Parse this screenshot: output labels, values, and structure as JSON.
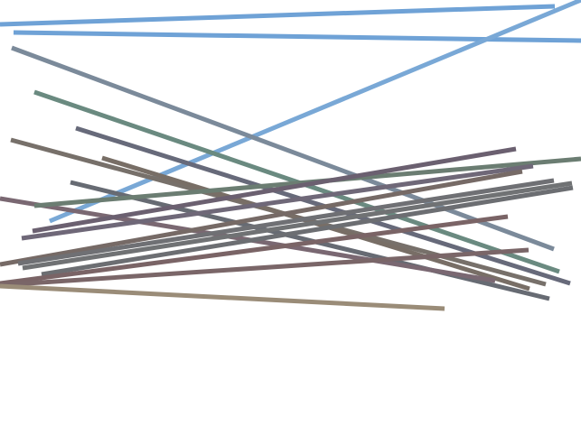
{
  "lines": [
    {
      "id": "blue-top-1",
      "color": "#6fa2d6"
    },
    {
      "id": "blue-top-2",
      "color": "#6fa2d6"
    },
    {
      "id": "blue-diagonal",
      "color": "#79a8d6"
    },
    {
      "id": "slate-long",
      "color": "#7b8a9a"
    },
    {
      "id": "teal-1",
      "color": "#6a8a80"
    },
    {
      "id": "slate-2",
      "color": "#676a7a"
    },
    {
      "id": "taupe-1",
      "color": "#77706a"
    },
    {
      "id": "brown-1",
      "color": "#786e66"
    },
    {
      "id": "gray-1",
      "color": "#676b73"
    },
    {
      "id": "mauve-1",
      "color": "#7a6872"
    },
    {
      "id": "green-gray",
      "color": "#6b7d72"
    },
    {
      "id": "purple-1",
      "color": "#6b6070"
    },
    {
      "id": "purple-2",
      "color": "#6f6878"
    },
    {
      "id": "brown-2",
      "color": "#766a66"
    },
    {
      "id": "gray-2",
      "color": "#6f7074"
    },
    {
      "id": "gray-3",
      "color": "#707274"
    },
    {
      "id": "gray-4",
      "color": "#6c6e72"
    },
    {
      "id": "rose-1",
      "color": "#7a6466"
    },
    {
      "id": "rose-2",
      "color": "#7a6668"
    },
    {
      "id": "tan-1",
      "color": "#9a8c78"
    }
  ]
}
